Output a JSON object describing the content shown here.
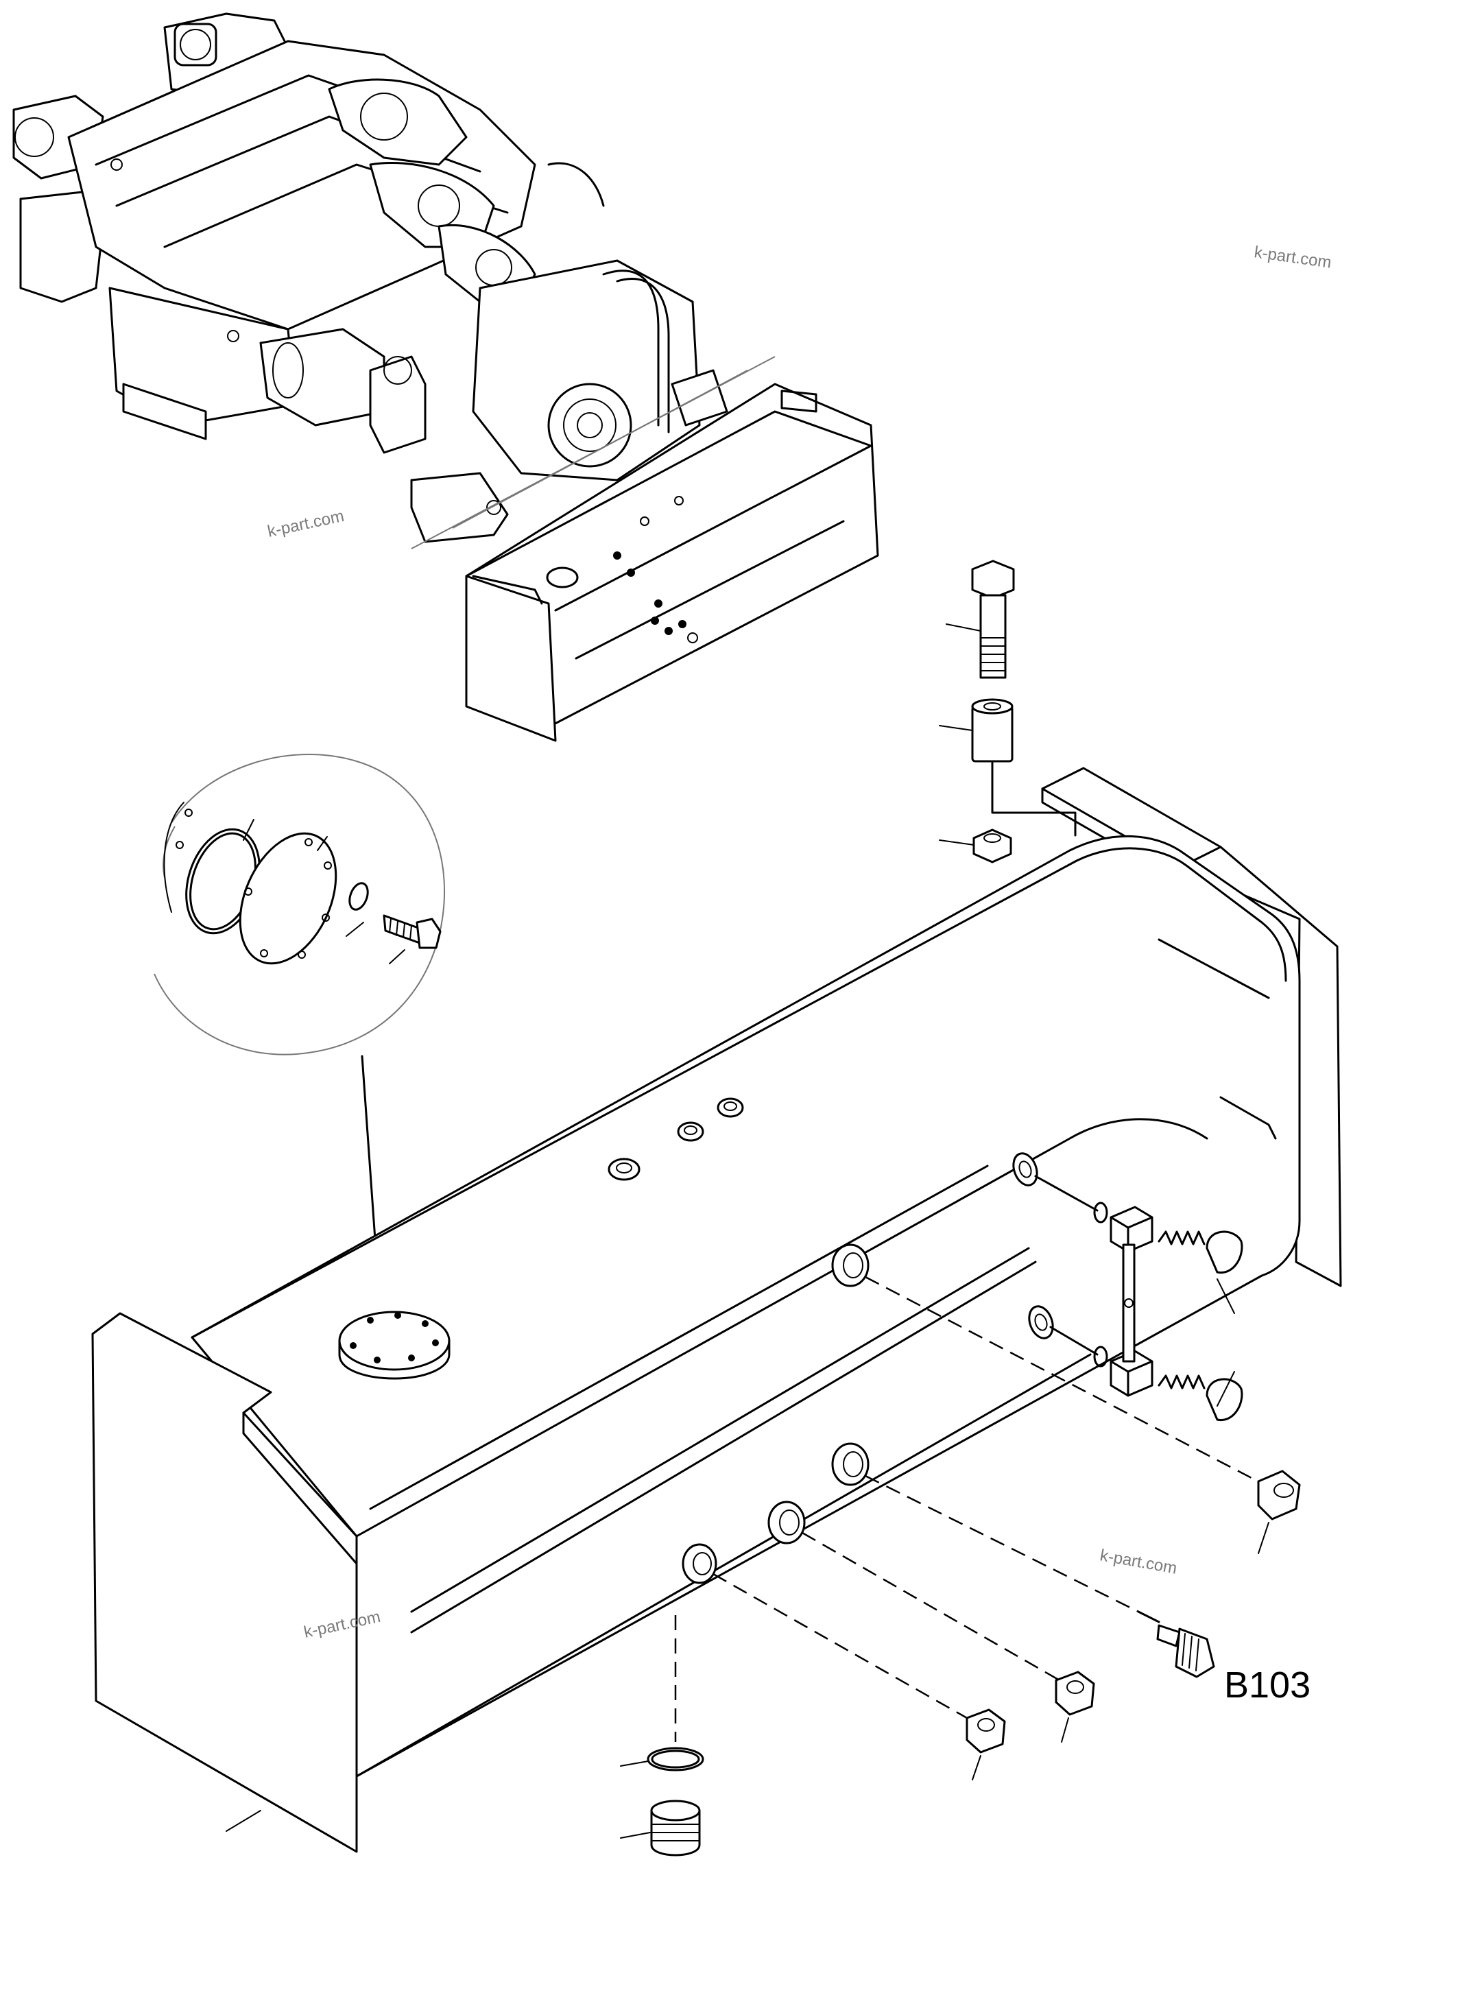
{
  "diagram": {
    "callouts": [
      {
        "id": "sensor-callout",
        "text": "B103"
      }
    ],
    "watermarks": [
      {
        "id": "wm-top-right",
        "text": "k-part.com"
      },
      {
        "id": "wm-upper-left",
        "text": "k-part.com"
      },
      {
        "id": "wm-lower-left",
        "text": "k-part.com"
      },
      {
        "id": "wm-lower-right",
        "text": "k-part.com"
      }
    ]
  }
}
